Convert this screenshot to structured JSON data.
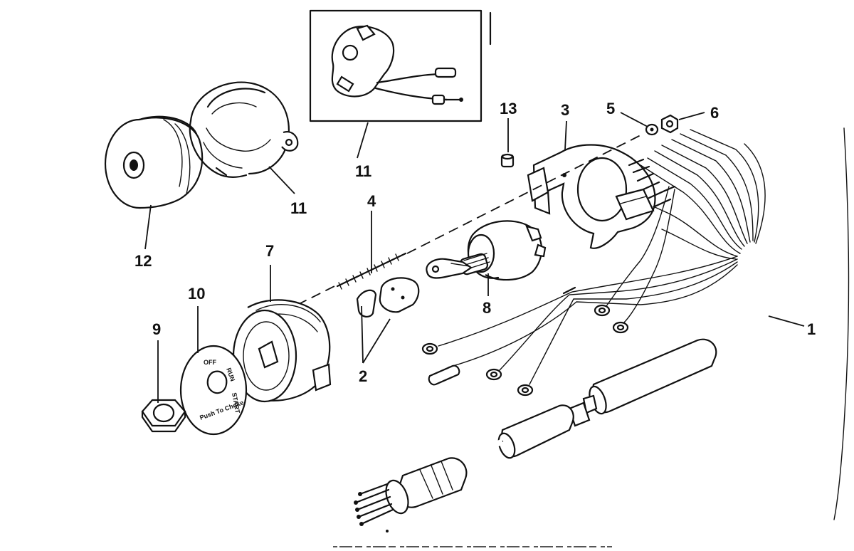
{
  "callouts": {
    "c1": "1",
    "c2": "2",
    "c3": "3",
    "c4": "4",
    "c5": "5",
    "c6": "6",
    "c7": "7",
    "c8": "8",
    "c9": "9",
    "c10": "10",
    "c11_inset": "11",
    "c11_main": "11",
    "c12": "12",
    "c13": "13"
  },
  "plate_text": {
    "off": "OFF",
    "run": "RUN",
    "start": "START",
    "push": "Push To Choke"
  }
}
